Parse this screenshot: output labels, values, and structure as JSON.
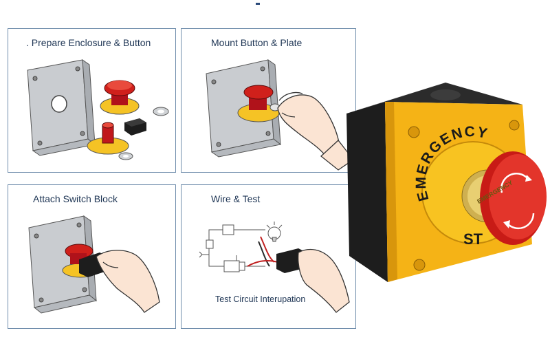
{
  "steps": [
    {
      "title": ". Prepare Enclosure & Button"
    },
    {
      "title": "Mount Button & Plate"
    },
    {
      "title": "Attach Switch Block"
    },
    {
      "title": "Wire & Test",
      "caption": "Test Circuit Interupation"
    }
  ],
  "product": {
    "ring_text": "EMERGENCY",
    "ring_text_partial": "ST",
    "button_text": "EMERGENCY"
  },
  "colors": {
    "accent_yellow": "#f5b316",
    "button_red": "#d0201b",
    "panel_border": "#6e8cab",
    "housing_black": "#1d1d1d"
  }
}
